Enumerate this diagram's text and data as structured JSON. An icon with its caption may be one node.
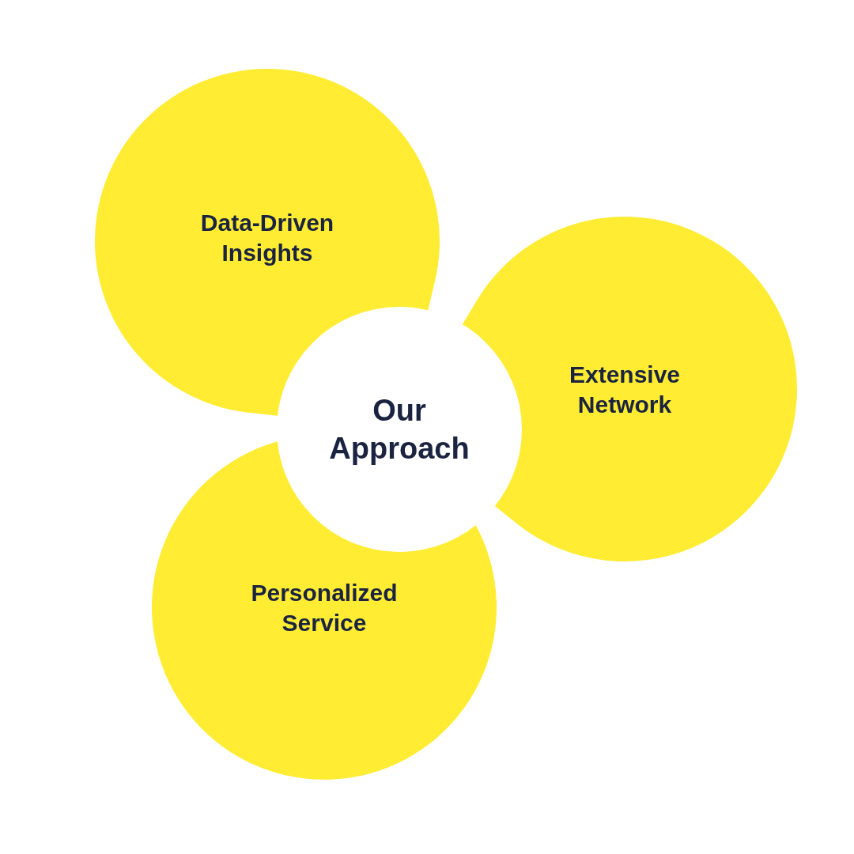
{
  "diagram": {
    "nodes": [
      {
        "text": [
          "Data-Driven Insights"
        ]
      },
      {
        "text": [
          "Extensive Network"
        ]
      },
      {
        "text": [
          "Our Approach"
        ]
      },
      {
        "text": [
          "Personalized Service"
        ]
      }
    ]
  }
}
